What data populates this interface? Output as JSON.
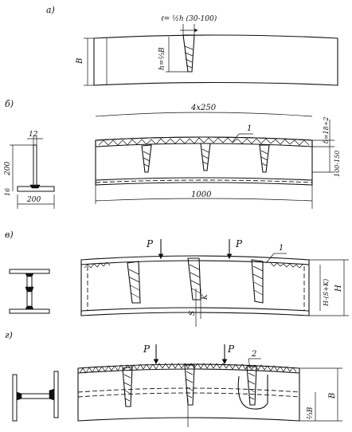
{
  "panels": [
    {
      "id": "a",
      "panel_label": "а)",
      "labels": {
        "height": "B",
        "notch_length": "ℓ= ½h (30-100)",
        "notch_depth": "h=⅔B"
      }
    },
    {
      "id": "b",
      "panel_label": "б)",
      "labels": {
        "total_length": "4x250",
        "pointer": "1",
        "flange_thickness": "δ=18÷2",
        "notch_depth": "100-150",
        "bottom_length": "1000",
        "section_flange_width": "12",
        "section_height": "200",
        "section_bottom": "16",
        "section_width": "200"
      }
    },
    {
      "id": "v",
      "panel_label": "в)",
      "labels": {
        "load_left": "P",
        "load_right": "P",
        "pointer": "1",
        "reduced_height": "H-(S+K)",
        "height": "H",
        "weld_leg": "K",
        "wall": "S"
      }
    },
    {
      "id": "g",
      "panel_label": "г)",
      "labels": {
        "load_left": "P",
        "load_right": "P",
        "pointer": "2",
        "dash_depth": "⅔B",
        "height": "B"
      }
    }
  ]
}
